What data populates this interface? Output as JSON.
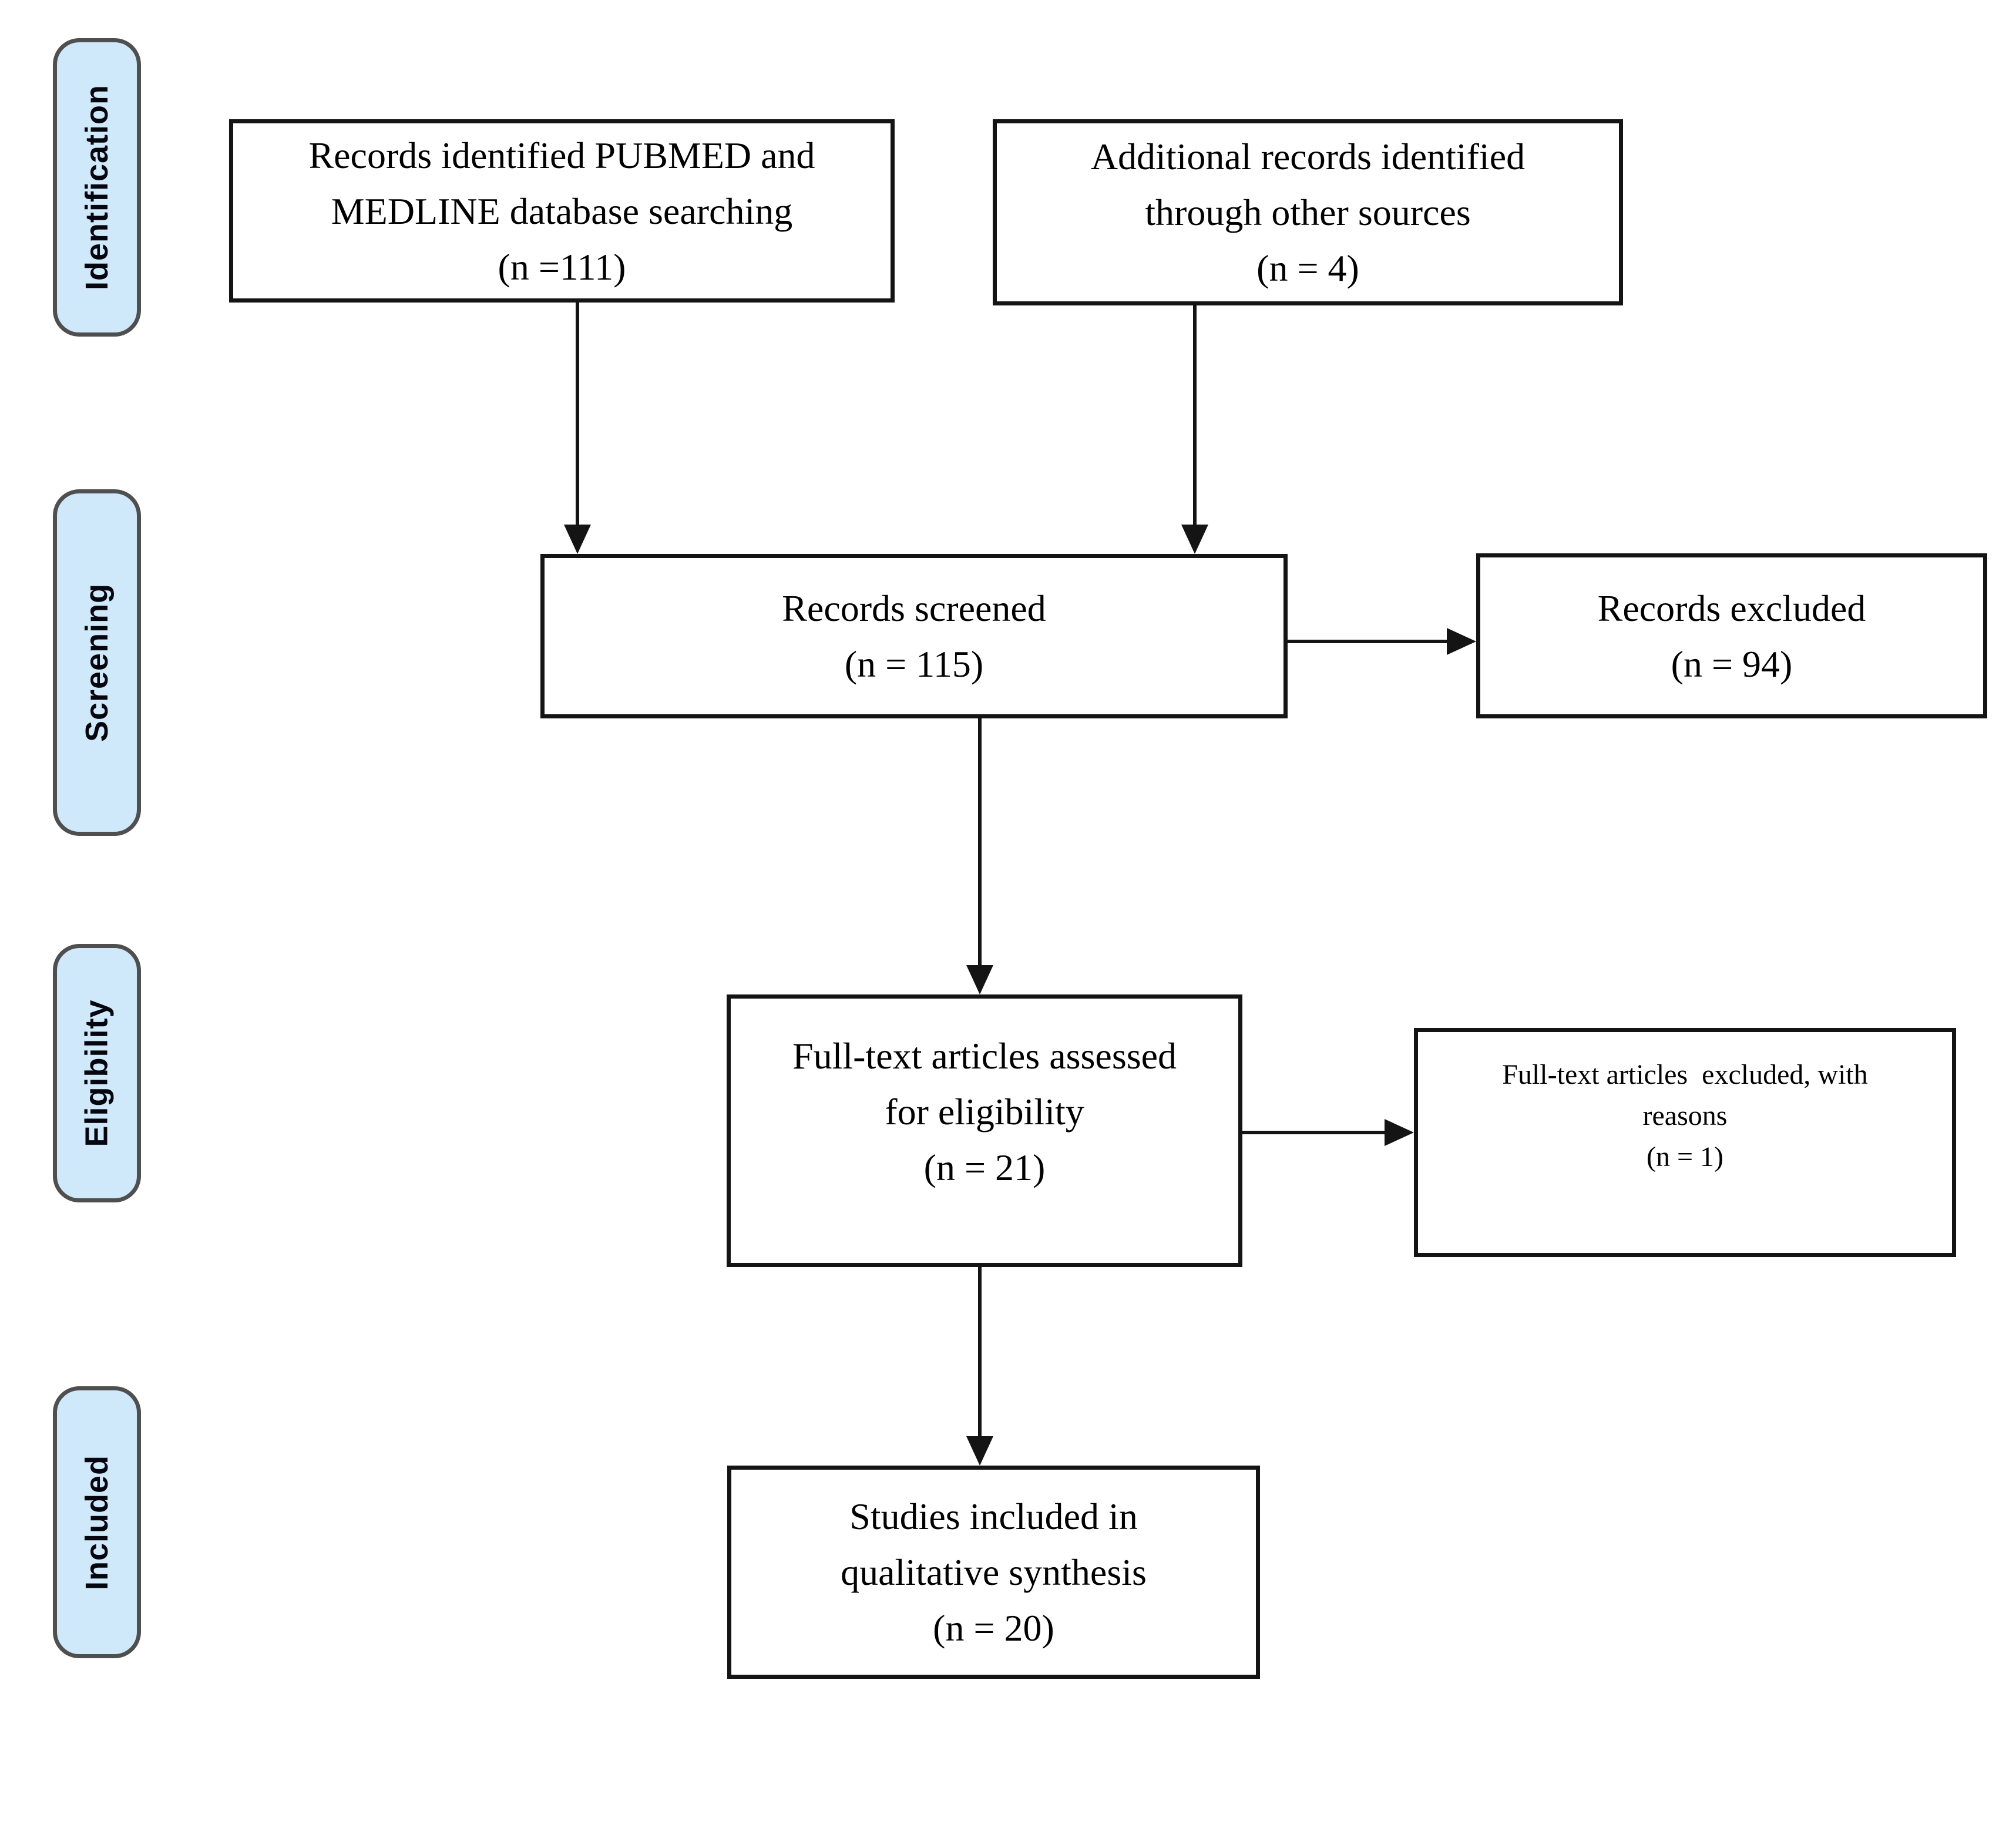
{
  "phases": [
    {
      "label": "Identification"
    },
    {
      "label": "Screening"
    },
    {
      "label": "Eligibility"
    },
    {
      "label": "Included"
    }
  ],
  "boxes": {
    "identified": {
      "lines": [
        "Records identified PUBMED and",
        "MEDLINE database searching",
        "(n =111)"
      ]
    },
    "additional": {
      "lines": [
        "Additional records identified",
        "through other sources",
        "(n = 4)"
      ]
    },
    "screened": {
      "lines": [
        "Records screened",
        "(n = 115)"
      ]
    },
    "excluded": {
      "lines": [
        "Records excluded",
        "(n = 94)"
      ]
    },
    "fulltext_assessed": {
      "lines": [
        "Full-text articles assessed",
        "for eligibility",
        "(n = 21)"
      ]
    },
    "fulltext_excluded": {
      "lines": [
        "Full-text articles  excluded, with",
        "reasons",
        "(n = 1)"
      ]
    },
    "studies_included": {
      "lines": [
        "Studies included in",
        "qualitative synthesis",
        "(n = 20)"
      ]
    }
  },
  "colors": {
    "phase_fill": "#cfe8fa",
    "phase_border": "#4f4f4f",
    "box_border": "#141414",
    "arrow": "#141414",
    "text": "#000000"
  }
}
